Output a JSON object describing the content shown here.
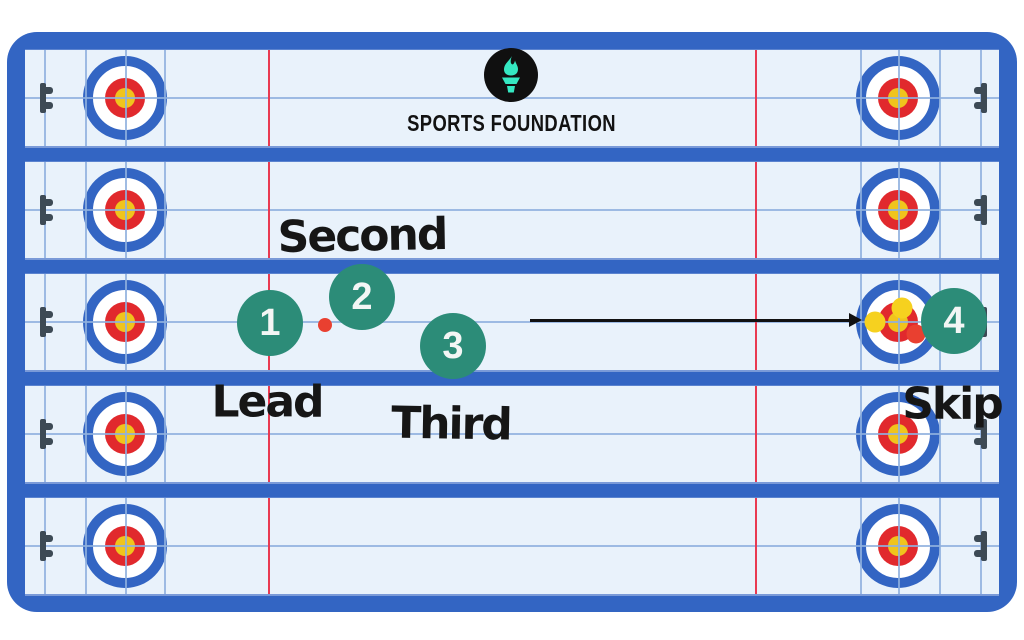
{
  "brand": {
    "name": "SPORTS FOUNDATION",
    "logo_icon": "torch-icon"
  },
  "positions": [
    {
      "number": "1",
      "label": "Lead"
    },
    {
      "number": "2",
      "label": "Second"
    },
    {
      "number": "3",
      "label": "Third"
    },
    {
      "number": "4",
      "label": "Skip"
    }
  ],
  "rink": {
    "sheets": 5,
    "arrow_direction": "right",
    "stones_in_house": [
      {
        "color": "yellow"
      },
      {
        "color": "yellow"
      },
      {
        "color": "red"
      }
    ],
    "stone_near_lead": {
      "color": "red"
    }
  },
  "colors": {
    "rink-blue": "#3365c3",
    "ice": "#e9f2fb",
    "line-blue": "#8fb0de",
    "line-red": "#e93a51",
    "house-red": "#e1292d",
    "house-yellow": "#f0c41d",
    "team-teal": "#2c8c78",
    "stone-yellow": "#f6d11f",
    "stone-red": "#e94030",
    "hack-gray": "#3d4a55",
    "logo-black": "#101010",
    "logo-teal": "#35e8c2",
    "arrow-black": "#111111"
  }
}
